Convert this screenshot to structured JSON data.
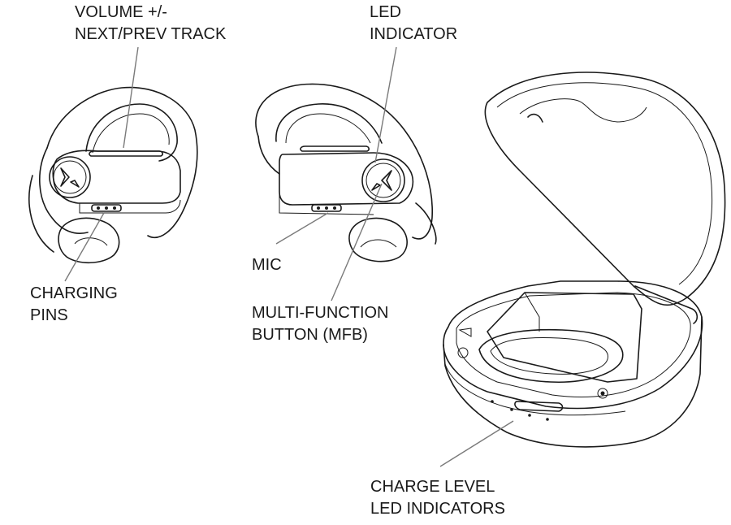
{
  "labels": {
    "volume_line1": "VOLUME +/-",
    "volume_line2": "NEXT/PREV TRACK",
    "led_line1": "LED",
    "led_line2": "INDICATOR",
    "charging_line1": "CHARGING",
    "charging_line2": "PINS",
    "mic": "MIC",
    "mfb_line1": "MULTI-FUNCTION",
    "mfb_line2": "BUTTON (MFB)",
    "charge_line1": "CHARGE LEVEL",
    "charge_line2": "LED INDICATORS"
  },
  "colors": {
    "line_art": "#1a1a1a",
    "leader_lines": "#7a7a7a",
    "background": "#ffffff"
  },
  "icons": [
    "left-earbud",
    "right-earbud",
    "charging-case",
    "logo-icon"
  ]
}
